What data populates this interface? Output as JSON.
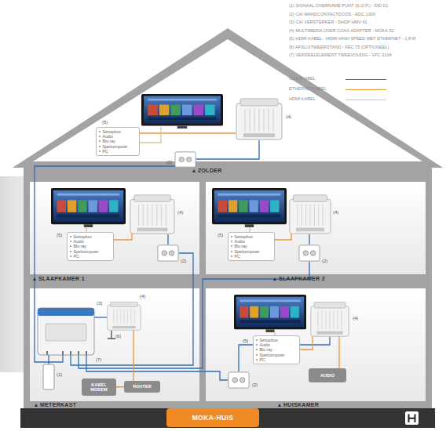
{
  "diagram": {
    "nodes": [
      {
        "text": [
          "ZOLDER"
        ]
      },
      {
        "text": [
          "Settopbox",
          "Audio",
          "Blu-ray",
          "Spelcomputer",
          "PC"
        ],
        "in": 0
      },
      {
        "text": [
          "SLAAPKAMER 1"
        ]
      },
      {
        "text": [
          "Settopbox",
          "Audio",
          "Blu-ray",
          "Spelcomputer",
          "PC"
        ],
        "in": 2
      },
      {
        "text": [
          "SLAAPKAMER 2"
        ]
      },
      {
        "text": [
          "Settopbox",
          "Audio",
          "Blu-ray",
          "Spelcomputer",
          "PC"
        ],
        "in": 4
      },
      {
        "text": [
          "METERKAST"
        ]
      },
      {
        "text": [
          "KABEL MODEM"
        ],
        "in": 6
      },
      {
        "text": [
          "ROUTER"
        ],
        "in": 6
      },
      {
        "text": [
          "HUISKAMER"
        ]
      },
      {
        "text": [
          "Settopbox",
          "Audio",
          "Blu-ray",
          "Spelcomputer",
          "PC"
        ],
        "in": 9
      },
      {
        "text": [
          "AUDIO"
        ],
        "in": 9
      },
      {
        "text": [
          "MOKA-HUIS"
        ]
      }
    ],
    "edges": [
      {
        "from": 7,
        "to": 8,
        "arrow": "none"
      }
    ],
    "labels": [
      "(1) SIGNAAL OVERNAME PUNT (S.O.P.) - DID 01",
      "(2) CAI WANDCONTACTDOOS - EDC 1000",
      "(3) CAI VERSTERKER - DHDP HMV 41",
      "(4) MULTIMEDIA OVER COAX ADAPTER - MOKA 32",
      "(5) HDMI KABEL - HDMI HIGH SPEED MET ETHERNET - 1,8 M",
      "(6) AFSLUITWEERSTAND - FEC 75 (OPTIONEEL)",
      "(7) VERDEELELEMENT TWEEVOUDIG - VFC 2104",
      "(5)",
      "(4)",
      "(2)",
      "(4)",
      "(5)",
      "(2)",
      "(4)",
      "(5)",
      "(2)",
      "(4)",
      "(3)",
      "(6)",
      "(7)",
      "(1)",
      "(4)",
      "(5)",
      "(2)"
    ],
    "legend": [
      {
        "text": "COAXKABEL"
      },
      {
        "text": "ETHERNETKABEL"
      },
      {
        "text": "HDMI KABEL"
      }
    ]
  }
}
